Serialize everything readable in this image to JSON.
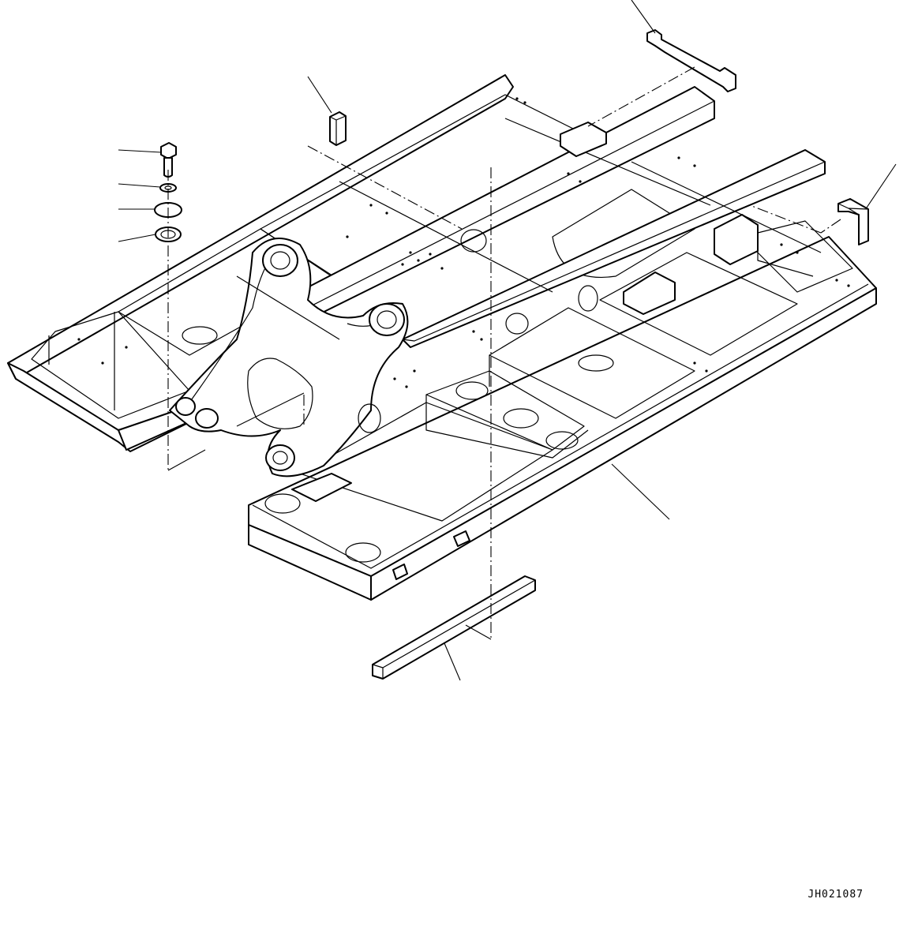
{
  "drawing": {
    "id_label": "JH021087",
    "background_color": "#ffffff",
    "line_color": "#000000"
  },
  "parts": [
    "bolt",
    "washer",
    "cover",
    "gasket",
    "block",
    "upper-right-plate",
    "right-bracket",
    "undercover-plate",
    "main-frame"
  ]
}
